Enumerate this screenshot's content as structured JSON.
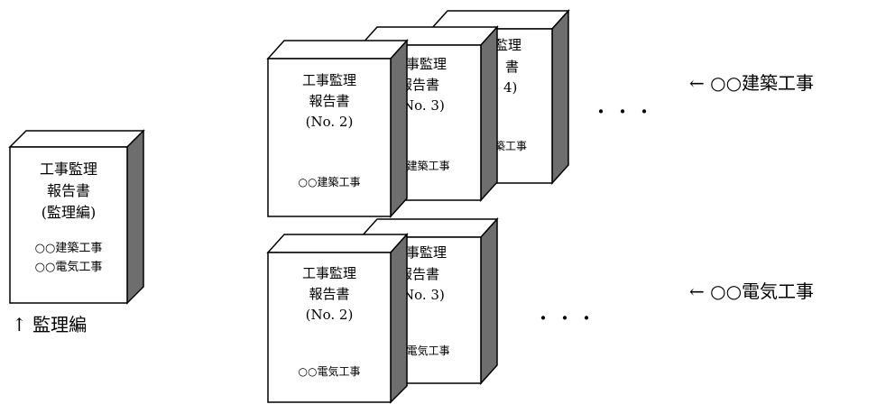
{
  "kanri_book": {
    "line1": "工事監理",
    "line2": "報告書",
    "line3": "(監理編)",
    "line4": "○○建築工事",
    "line5": "○○電気工事",
    "caption": "↑ 監理編"
  },
  "kenchiku_row": {
    "book2": {
      "line1": "工事監理",
      "line2": "報告書",
      "line3": "(No. 2)",
      "line4": "○○建築工事"
    },
    "book3": {
      "line1": "事監理",
      "line2": "報告書",
      "line3": "No. 3)",
      "line4": ")建築工事"
    },
    "book4": {
      "line1": "監理",
      "line2": "書",
      "line3": "4)",
      "line4": "築工事"
    },
    "ellipsis": "・・・",
    "label": "←  ○○建築工事"
  },
  "denki_row": {
    "book2": {
      "line1": "工事監理",
      "line2": "報告書",
      "line3": "(No. 2)",
      "line4": "○○電気工事"
    },
    "book3": {
      "line1": "事監理",
      "line2": "報告書",
      "line3": "No. 3)",
      "line4": ")電気工事"
    },
    "ellipsis": "・・・",
    "label": "←  ○○電気工事"
  }
}
